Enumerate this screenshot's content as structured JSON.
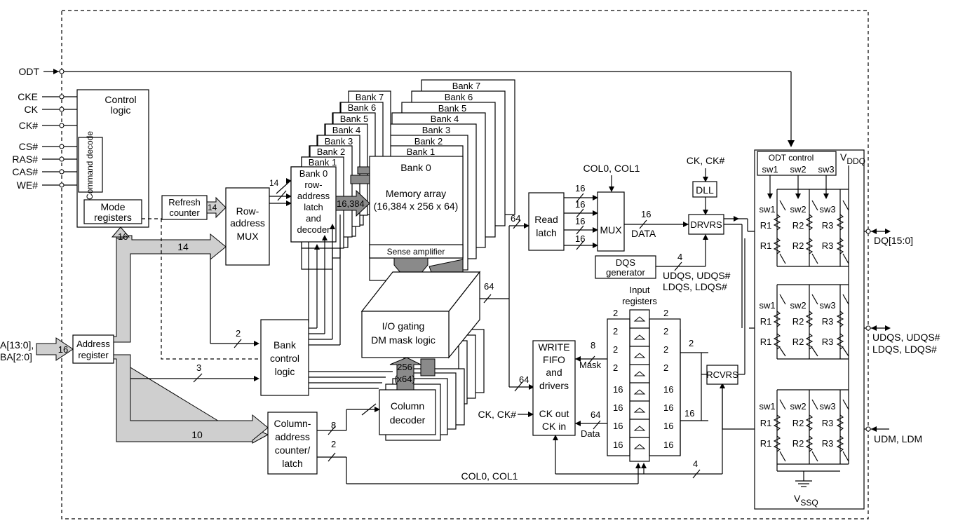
{
  "pins": {
    "odt": "ODT",
    "cke": "CKE",
    "ck": "CK",
    "ck_n": "CK#",
    "cs_n": "CS#",
    "ras_n": "RAS#",
    "cas_n": "CAS#",
    "we_n": "WE#",
    "addr": "A[13:0],",
    "ba": "BA[2:0]",
    "dq": "DQ[15:0]",
    "udqs": "UDQS, UDQS#",
    "ldqs": "LDQS, LDQS#",
    "udm": "UDM, LDM"
  },
  "blocks": {
    "control_logic": [
      "Control",
      "logic"
    ],
    "command_decode": "Command decode",
    "mode_registers": [
      "Mode",
      "registers"
    ],
    "refresh_counter": [
      "Refresh",
      "counter"
    ],
    "row_mux": [
      "Row-",
      "address",
      "MUX"
    ],
    "row_latch": [
      "Bank 0",
      "row-",
      "address",
      "latch",
      "and",
      "decoder"
    ],
    "bank0": "Bank 0",
    "memory_array": [
      "Memory array",
      "(16,384 x 256 x 64)"
    ],
    "sense_amp": "Sense amplifier",
    "io_gating": [
      "I/O gating",
      "DM mask logic"
    ],
    "bank_control": [
      "Bank",
      "control",
      "logic"
    ],
    "address_register": [
      "Address",
      "register"
    ],
    "column_counter": [
      "Column-",
      "address",
      "counter/",
      "latch"
    ],
    "column_decoder": [
      "Column",
      "decoder"
    ],
    "read_latch": [
      "Read",
      "latch"
    ],
    "mux": "MUX",
    "dll": "DLL",
    "drvrs": "DRVRS",
    "rcvrs": "RCVRS",
    "dqs_generator": [
      "DQS",
      "generator"
    ],
    "write_fifo": [
      "WRITE",
      "FIFO",
      "and",
      "drivers"
    ],
    "ck_out": "CK out",
    "ck_in": "CK in",
    "input_registers": [
      "Input",
      "registers"
    ],
    "odt_control": "ODT control"
  },
  "bank_stack_labels": [
    "Bank 1",
    "Bank 2",
    "Bank 3",
    "Bank 4",
    "Bank 5",
    "Bank 6",
    "Bank 7"
  ],
  "signals": {
    "col01": "COL0, COL1",
    "ck_ck": "CK, CK#",
    "data": "DATA",
    "data_lower": "Data",
    "mask": "Mask",
    "udqs_out": "UDQS, UDQS#",
    "ldqs_out": "LDQS,  LDQS#",
    "vddq_main": "V",
    "vddq_sub": "DDQ",
    "vssq_main": "V",
    "vssq_sub": "SSQ"
  },
  "bus_widths": {
    "n16": "16",
    "n14": "14",
    "n10": "10",
    "n3": "3",
    "n2": "2",
    "n8": "8",
    "n64": "64",
    "n4": "4",
    "n16384": "16,384",
    "n256": "256",
    "n256b": "(x64)"
  },
  "odt_labels": {
    "sw1": "sw1",
    "sw2": "sw2",
    "sw3": "sw3",
    "r1": "R1",
    "r2": "R2",
    "r3": "R3"
  }
}
